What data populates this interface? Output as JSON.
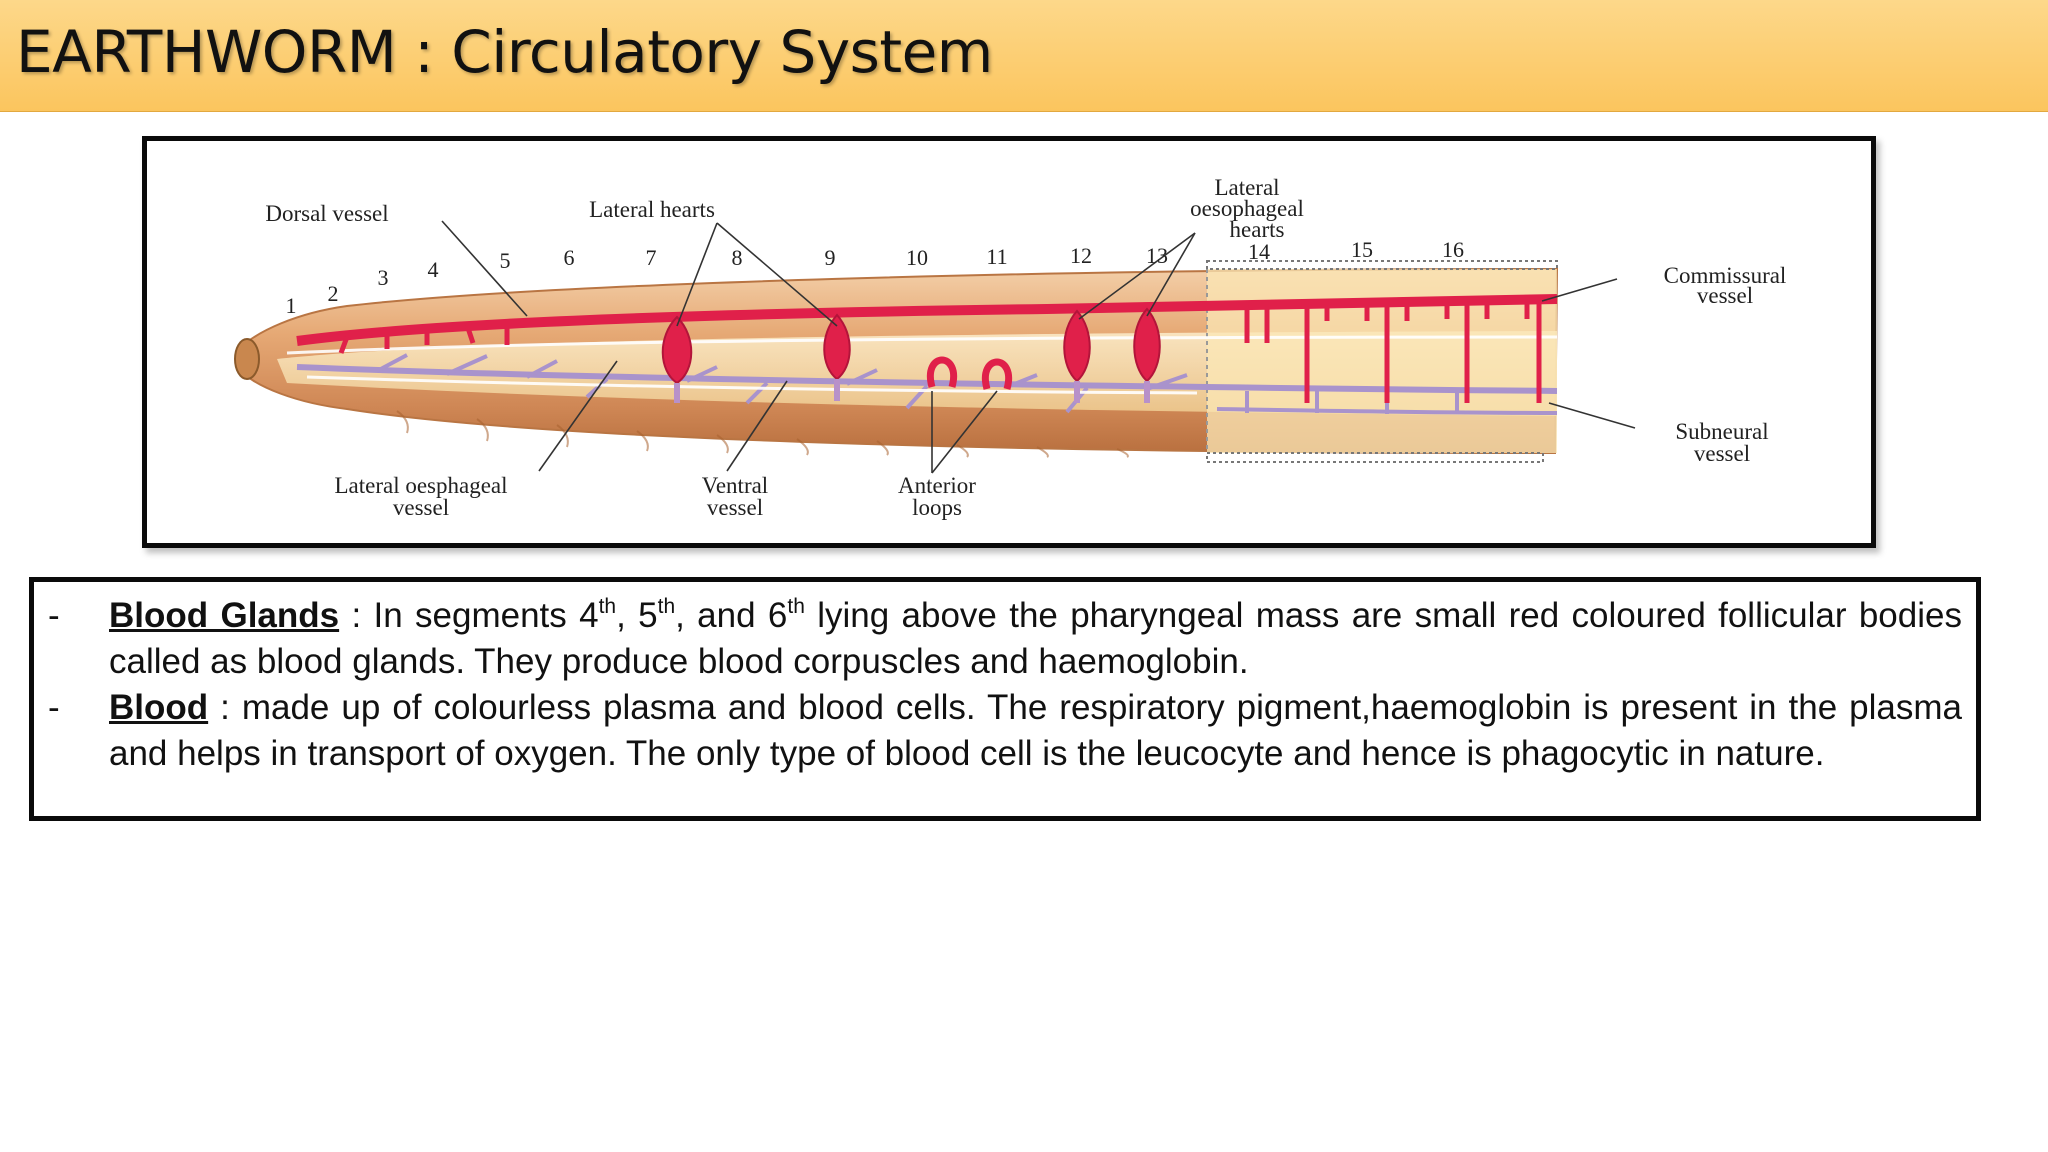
{
  "slide": {
    "title": "EARTHWORM : Circulatory System"
  },
  "diagram": {
    "labels": {
      "dorsal_vessel": "Dorsal vessel",
      "lateral_hearts": "Lateral hearts",
      "lateral_oesophageal_hearts": [
        "Lateral",
        "oesophageal",
        "hearts"
      ],
      "commissural_vessel": [
        "Commissural",
        "vessel"
      ],
      "subneural_vessel": [
        "Subneural",
        "vessel"
      ],
      "lateral_oesophageal_vessel": [
        "Lateral oesphageal",
        "vessel"
      ],
      "ventral_vessel": [
        "Ventral",
        "vessel"
      ],
      "anterior_loops": [
        "Anterior",
        "loops"
      ]
    },
    "segments": [
      "1",
      "2",
      "3",
      "4",
      "5",
      "6",
      "7",
      "8",
      "9",
      "10",
      "11",
      "12",
      "13",
      "14",
      "15",
      "16"
    ],
    "colors": {
      "blood_vessel": "#e0204a",
      "ventral_vessel": "#a993cc",
      "body": "#d99a6a"
    }
  },
  "notes": {
    "blood_glands": {
      "bullet": "-",
      "term": "Blood Glands",
      "text_1": " : In segments 4",
      "sup_1": "th",
      "text_2": ", 5",
      "sup_2": "th",
      "text_3": ", and 6",
      "sup_3": "th",
      "text_4": " lying above the pharyngeal mass are small red coloured follicular bodies called as  blood glands. They produce blood corpuscles and haemoglobin."
    },
    "blood": {
      "bullet": "-",
      "term": "Blood",
      "text": " : made up of colourless plasma and blood cells. The respiratory pigment,haemoglobin is present in the plasma and helps in transport of oxygen. The only type of blood cell is the leucocyte and hence is phagocytic in nature."
    }
  }
}
